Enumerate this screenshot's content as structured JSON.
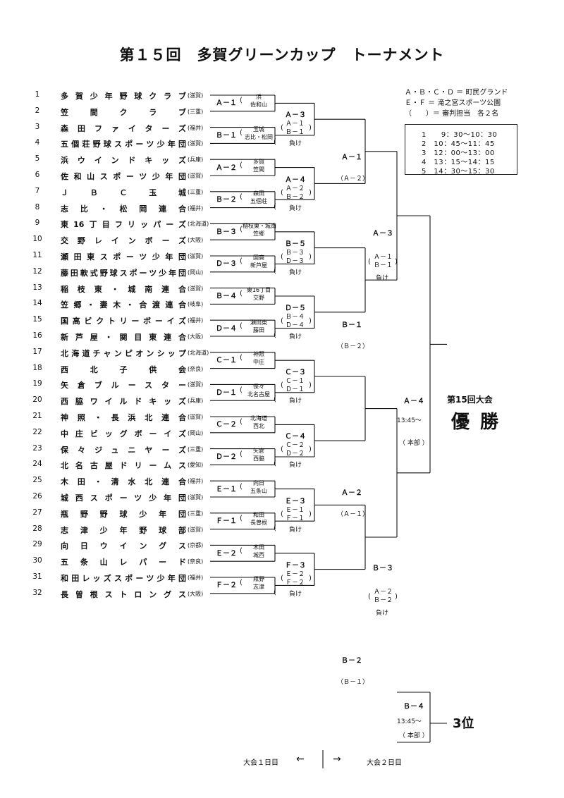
{
  "title": "第１５回　多賀グリーンカップ　トーナメント",
  "teams": [
    {
      "num": "1",
      "name": "多賀少年野球クラブ",
      "pref": "(滋賀)"
    },
    {
      "num": "2",
      "name": "笠間クラブ",
      "pref": "(三重)"
    },
    {
      "num": "3",
      "name": "森田ファイターズ",
      "pref": "(福井)"
    },
    {
      "num": "4",
      "name": "五個荘野球スポーツ少年団",
      "pref": "(滋賀)"
    },
    {
      "num": "5",
      "name": "浜ウインドキッズ",
      "pref": "(兵庫)"
    },
    {
      "num": "6",
      "name": "佐和山スポーツ少年団",
      "pref": "(滋賀)"
    },
    {
      "num": "7",
      "name": "ＪＢＣ玉城",
      "pref": "(三重)"
    },
    {
      "num": "8",
      "name": "志比・松岡連合",
      "pref": "(福井)"
    },
    {
      "num": "9",
      "name": "東16丁目フリッパーズ",
      "pref": "(北海道)"
    },
    {
      "num": "10",
      "name": "交野レインボーズ",
      "pref": "(大阪)"
    },
    {
      "num": "11",
      "name": "瀬田東スポーツ少年団",
      "pref": "(滋賀)"
    },
    {
      "num": "12",
      "name": "藤田軟式野球スポーツ少年団",
      "pref": "(岡山)"
    },
    {
      "num": "13",
      "name": "稲枝東・城南連合",
      "pref": "(滋賀)"
    },
    {
      "num": "14",
      "name": "笠郷・妻木・合渡連合",
      "pref": "(岐阜)"
    },
    {
      "num": "15",
      "name": "国高ビクトリーボーイズ",
      "pref": "(福井)"
    },
    {
      "num": "16",
      "name": "新芦屋・関目東連合",
      "pref": "(大阪)"
    },
    {
      "num": "17",
      "name": "北海道チャンピオンシップ",
      "pref": "(北海道)"
    },
    {
      "num": "18",
      "name": "西北子供会",
      "pref": "(奈良)"
    },
    {
      "num": "19",
      "name": "矢倉ブルースター",
      "pref": "(滋賀)"
    },
    {
      "num": "20",
      "name": "西脇ワイルドキッズ",
      "pref": "(兵庫)"
    },
    {
      "num": "21",
      "name": "神照・長浜北連合",
      "pref": "(滋賀)"
    },
    {
      "num": "22",
      "name": "中庄ビッグボーイズ",
      "pref": "(岡山)"
    },
    {
      "num": "23",
      "name": "保々ジュニヤーズ",
      "pref": "(三重)"
    },
    {
      "num": "24",
      "name": "北名古屋ドリームス",
      "pref": "(愛知)"
    },
    {
      "num": "25",
      "name": "木田・清水北連合",
      "pref": "(福井)"
    },
    {
      "num": "26",
      "name": "城西スポーツ少年団",
      "pref": "(滋賀)"
    },
    {
      "num": "27",
      "name": "瓶野野球少年団",
      "pref": "(三重)"
    },
    {
      "num": "28",
      "name": "志津少年野球部",
      "pref": "(滋賀)"
    },
    {
      "num": "29",
      "name": "向日ウイングス",
      "pref": "(京都)"
    },
    {
      "num": "30",
      "name": "五条山レパード",
      "pref": "(奈良)"
    },
    {
      "num": "31",
      "name": "和田レッズスポーツ少年団",
      "pref": "(福井)"
    },
    {
      "num": "32",
      "name": "長曽根ストロングス",
      "pref": "(大阪)"
    }
  ],
  "first_round": [
    {
      "label": "Ａ－１",
      "ref": [
        "浜",
        "佐和山"
      ]
    },
    {
      "label": "Ｂ－１",
      "ref": [
        "玉城",
        "志比・松岡"
      ]
    },
    {
      "label": "Ａ－２",
      "ref": [
        "多賀",
        "笠間"
      ]
    },
    {
      "label": "Ｂ－２",
      "ref": [
        "森田",
        "五個荘"
      ]
    },
    {
      "label": "Ｂ－３",
      "ref": [
        "稲枝東・城南",
        "笠郷"
      ]
    },
    {
      "label": "Ｄ－３",
      "ref": [
        "国高",
        "新芦屋"
      ]
    },
    {
      "label": "Ｂ－４",
      "ref": [
        "東16丁目",
        "交野"
      ]
    },
    {
      "label": "Ｄ－４",
      "ref": [
        "瀬田東",
        "藤田"
      ]
    },
    {
      "label": "Ｃ－１",
      "ref": [
        "神照",
        "中庄"
      ]
    },
    {
      "label": "Ｄ－１",
      "ref": [
        "保々",
        "北名古屋"
      ]
    },
    {
      "label": "Ｃ－２",
      "ref": [
        "北海道",
        "西北"
      ]
    },
    {
      "label": "Ｄ－２",
      "ref": [
        "矢倉",
        "西脇"
      ]
    },
    {
      "label": "Ｅ－１",
      "ref": [
        "向日",
        "五条山"
      ]
    },
    {
      "label": "Ｆ－１",
      "ref": [
        "和田",
        "長曽根"
      ]
    },
    {
      "label": "Ｅ－２",
      "ref": [
        "木田",
        "城西"
      ]
    },
    {
      "label": "Ｆ－２",
      "ref": [
        "瓶野",
        "志津"
      ]
    }
  ],
  "second_round": [
    {
      "label": "Ａ－３",
      "src": [
        "Ａ－１",
        "Ｂ－１"
      ],
      "lose": "負け"
    },
    {
      "label": "Ａ－４",
      "src": [
        "Ａ－２",
        "Ｂ－２"
      ],
      "lose": "負け"
    },
    {
      "label": "Ｂ－５",
      "src": [
        "Ｂ－３",
        "Ｄ－３"
      ],
      "lose": "負け"
    },
    {
      "label": "Ｄ－５",
      "src": [
        "Ｂ－４",
        "Ｄ－４"
      ],
      "lose": "負け"
    },
    {
      "label": "Ｃ－３",
      "src": [
        "Ｃ－１",
        "Ｄ－１"
      ],
      "lose": "負け"
    },
    {
      "label": "Ｃ－４",
      "src": [
        "Ｃ－２",
        "Ｄ－２"
      ],
      "lose": "負け"
    },
    {
      "label": "Ｅ－３",
      "src": [
        "Ｅ－１",
        "Ｆ－１"
      ],
      "lose": "負け"
    },
    {
      "label": "Ｆ－３",
      "src": [
        "Ｅ－２",
        "Ｆ－２"
      ],
      "lose": "負け"
    }
  ],
  "quarter": [
    {
      "label": "Ａ－１",
      "src": "（Ａ－２）"
    },
    {
      "label": "Ｂ－１",
      "src": "（Ｂ－２）"
    },
    {
      "label": "Ａ－２",
      "src": "（Ａ－１）"
    },
    {
      "label": "Ｂ－２",
      "src": "（Ｂ－１）"
    }
  ],
  "semi": [
    {
      "label": "Ａ－３",
      "src": [
        "Ａ－１",
        "Ｂ－１"
      ],
      "lose": "負け"
    },
    {
      "label": "Ｂ－３",
      "src": [
        "Ａ－２",
        "Ｂ－２"
      ],
      "lose": "負け"
    }
  ],
  "final": {
    "label": "Ａ－４",
    "time": "13:45～",
    "venue": "（ 本部 ）"
  },
  "third_place": {
    "label": "Ｂ－４",
    "time": "13:45～",
    "venue": "（ 本部 ）",
    "result": "3位"
  },
  "champion": {
    "title": "第15回大会",
    "text": "優 勝"
  },
  "legend": [
    "Ａ・Ｂ・Ｃ・Ｄ ＝ 町民グランド",
    "Ｅ・Ｆ ＝ 滝之宮スポーツ公園",
    "（　　）＝ 審判担当　各２名"
  ],
  "schedule": [
    "1　　9：30～10：30",
    "2　10：45～11：45",
    "3　12：00～13：00",
    "4　13：15～14：15",
    "5　14：30～15：30"
  ],
  "footer": {
    "day1": "大会１日目",
    "day2": "大会２日目",
    "arrow_left": "←",
    "arrow_right": "→"
  },
  "colors": {
    "ink": "#111111",
    "background": "#ffffff"
  }
}
